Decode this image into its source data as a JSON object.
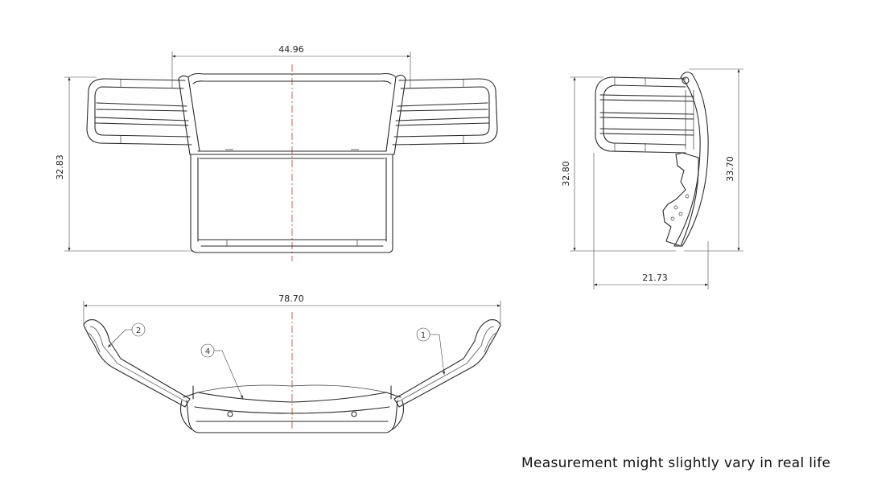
{
  "views": {
    "front": {
      "width_dim": "44.96",
      "height_dim": "32.83"
    },
    "side": {
      "height_dim_left": "32.80",
      "height_dim_right": "33.70",
      "depth_dim": "21.73"
    },
    "top": {
      "width_dim": "78.70"
    }
  },
  "balloons": [
    "1",
    "2",
    "4"
  ],
  "note": "Measurement might slightly vary in real life",
  "colors": {
    "centerline": "#c0392b",
    "linework": "#2a2a2a"
  }
}
